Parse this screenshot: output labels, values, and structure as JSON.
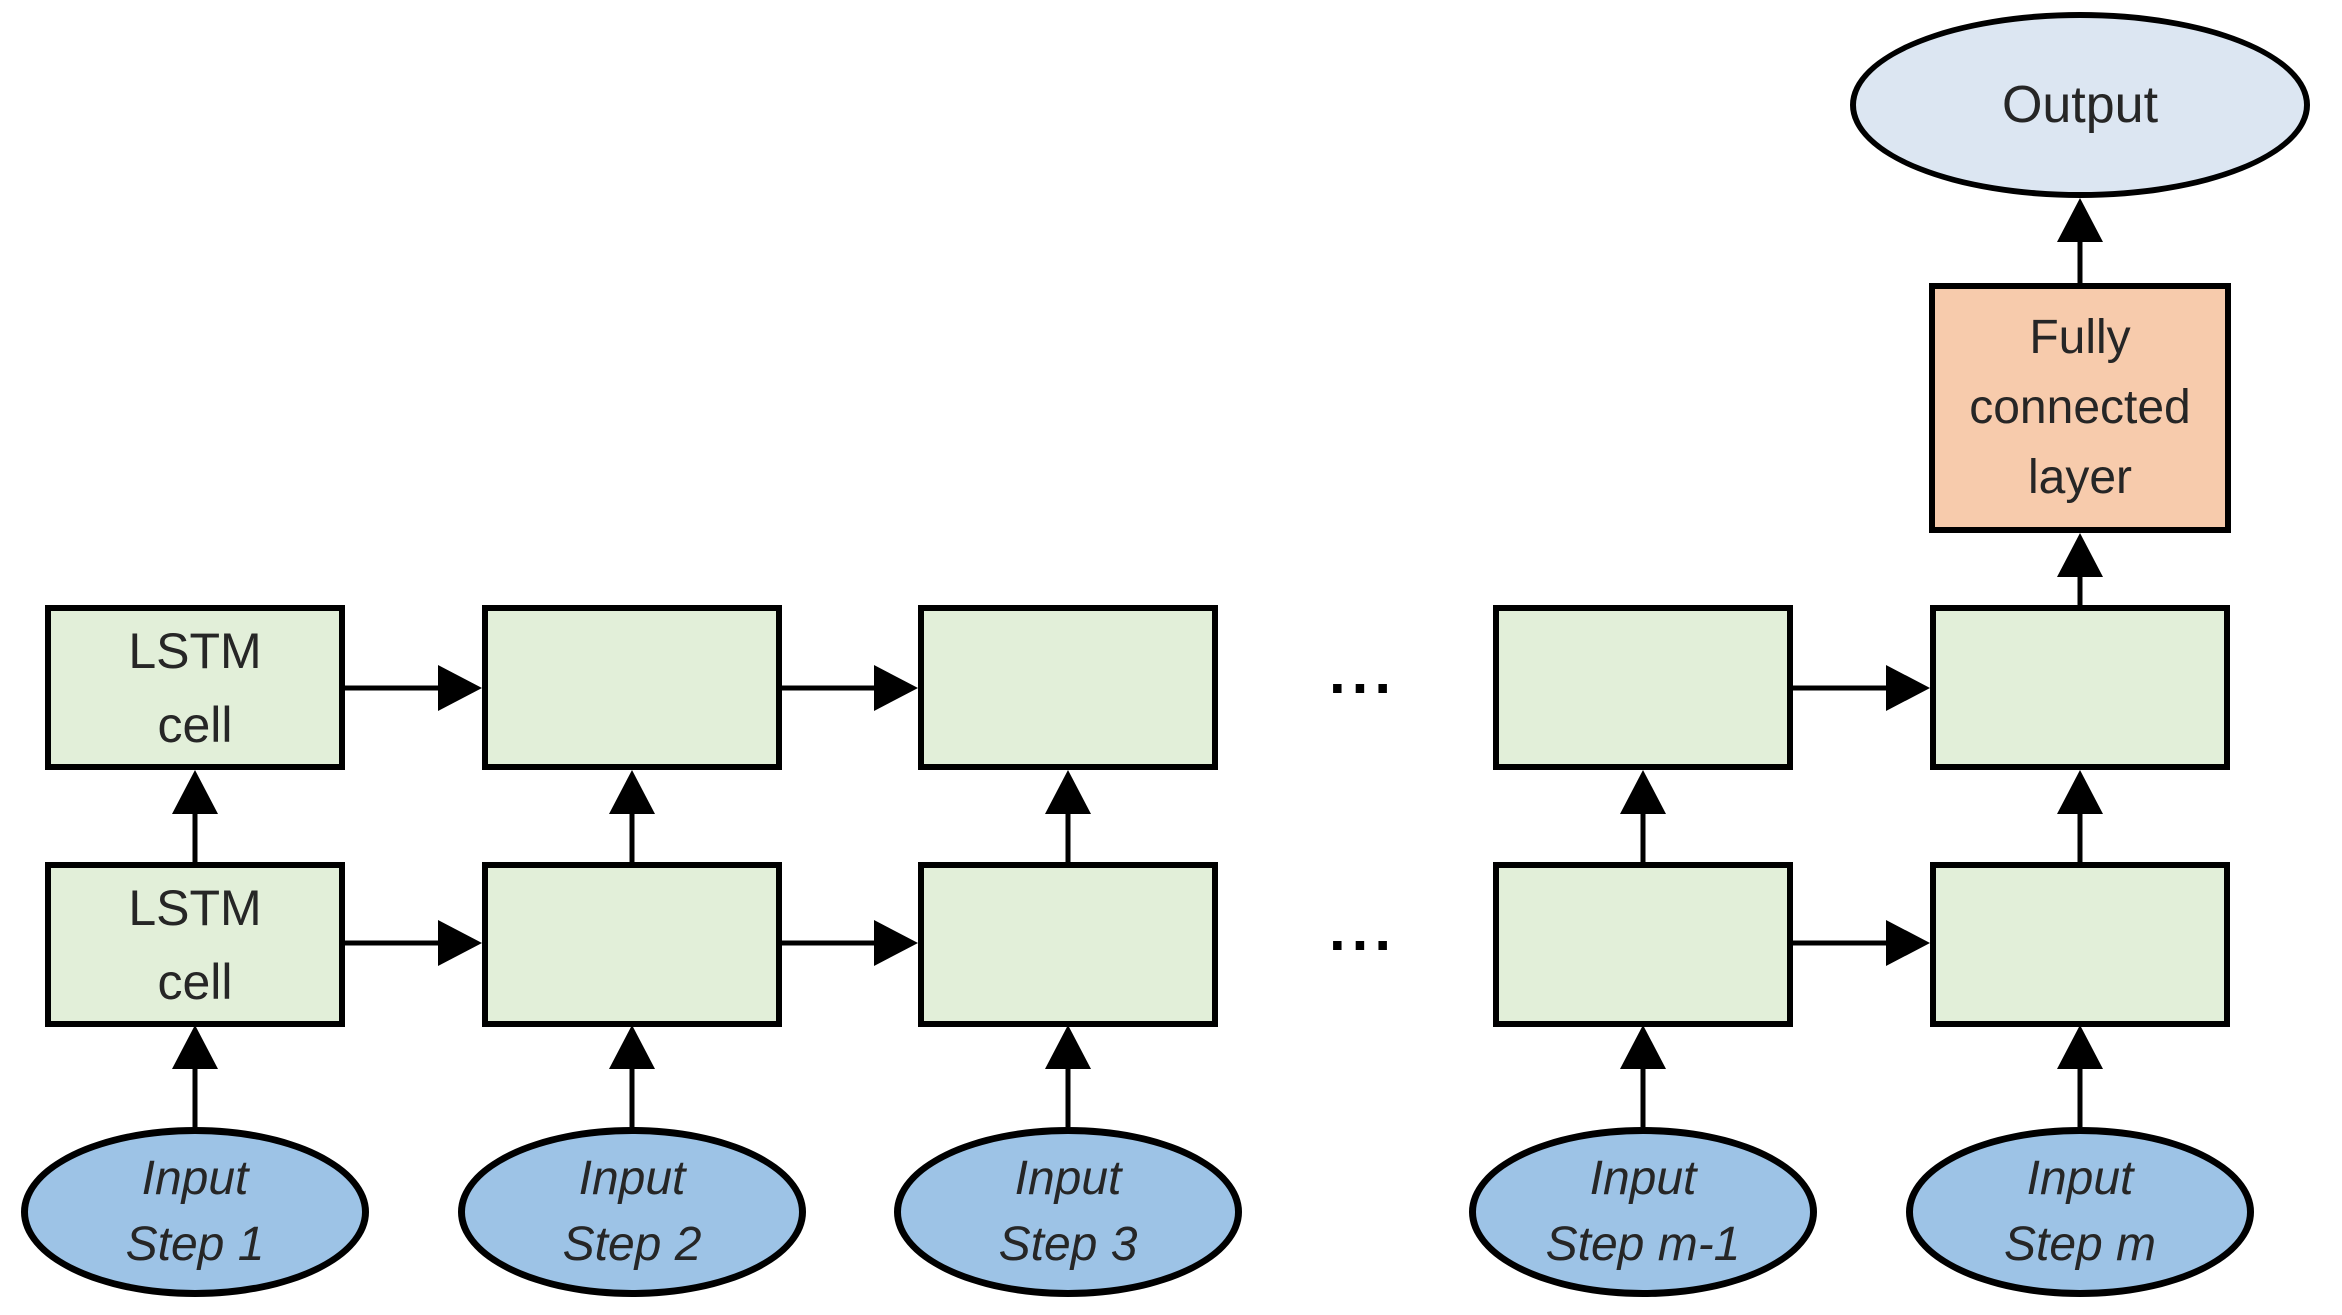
{
  "diagram": {
    "nodes": {
      "lstm_cell_top": "LSTM\ncell",
      "lstm_cell_bottom": "LSTM\ncell",
      "inputs": [
        "Input\nStep 1",
        "Input\nStep 2",
        "Input\nStep 3",
        "Input\nStep m-1",
        "Input\nStep m"
      ],
      "fully_connected": "Fully\nconnected\nlayer",
      "output": "Output",
      "ellipsis": "..."
    },
    "colors": {
      "cell_fill": "#e2efd9",
      "input_fill": "#9dc3e6",
      "output_fill": "#dce6f2",
      "fc_fill": "#f7cbac",
      "stroke": "#000000",
      "text": "#262626"
    }
  }
}
